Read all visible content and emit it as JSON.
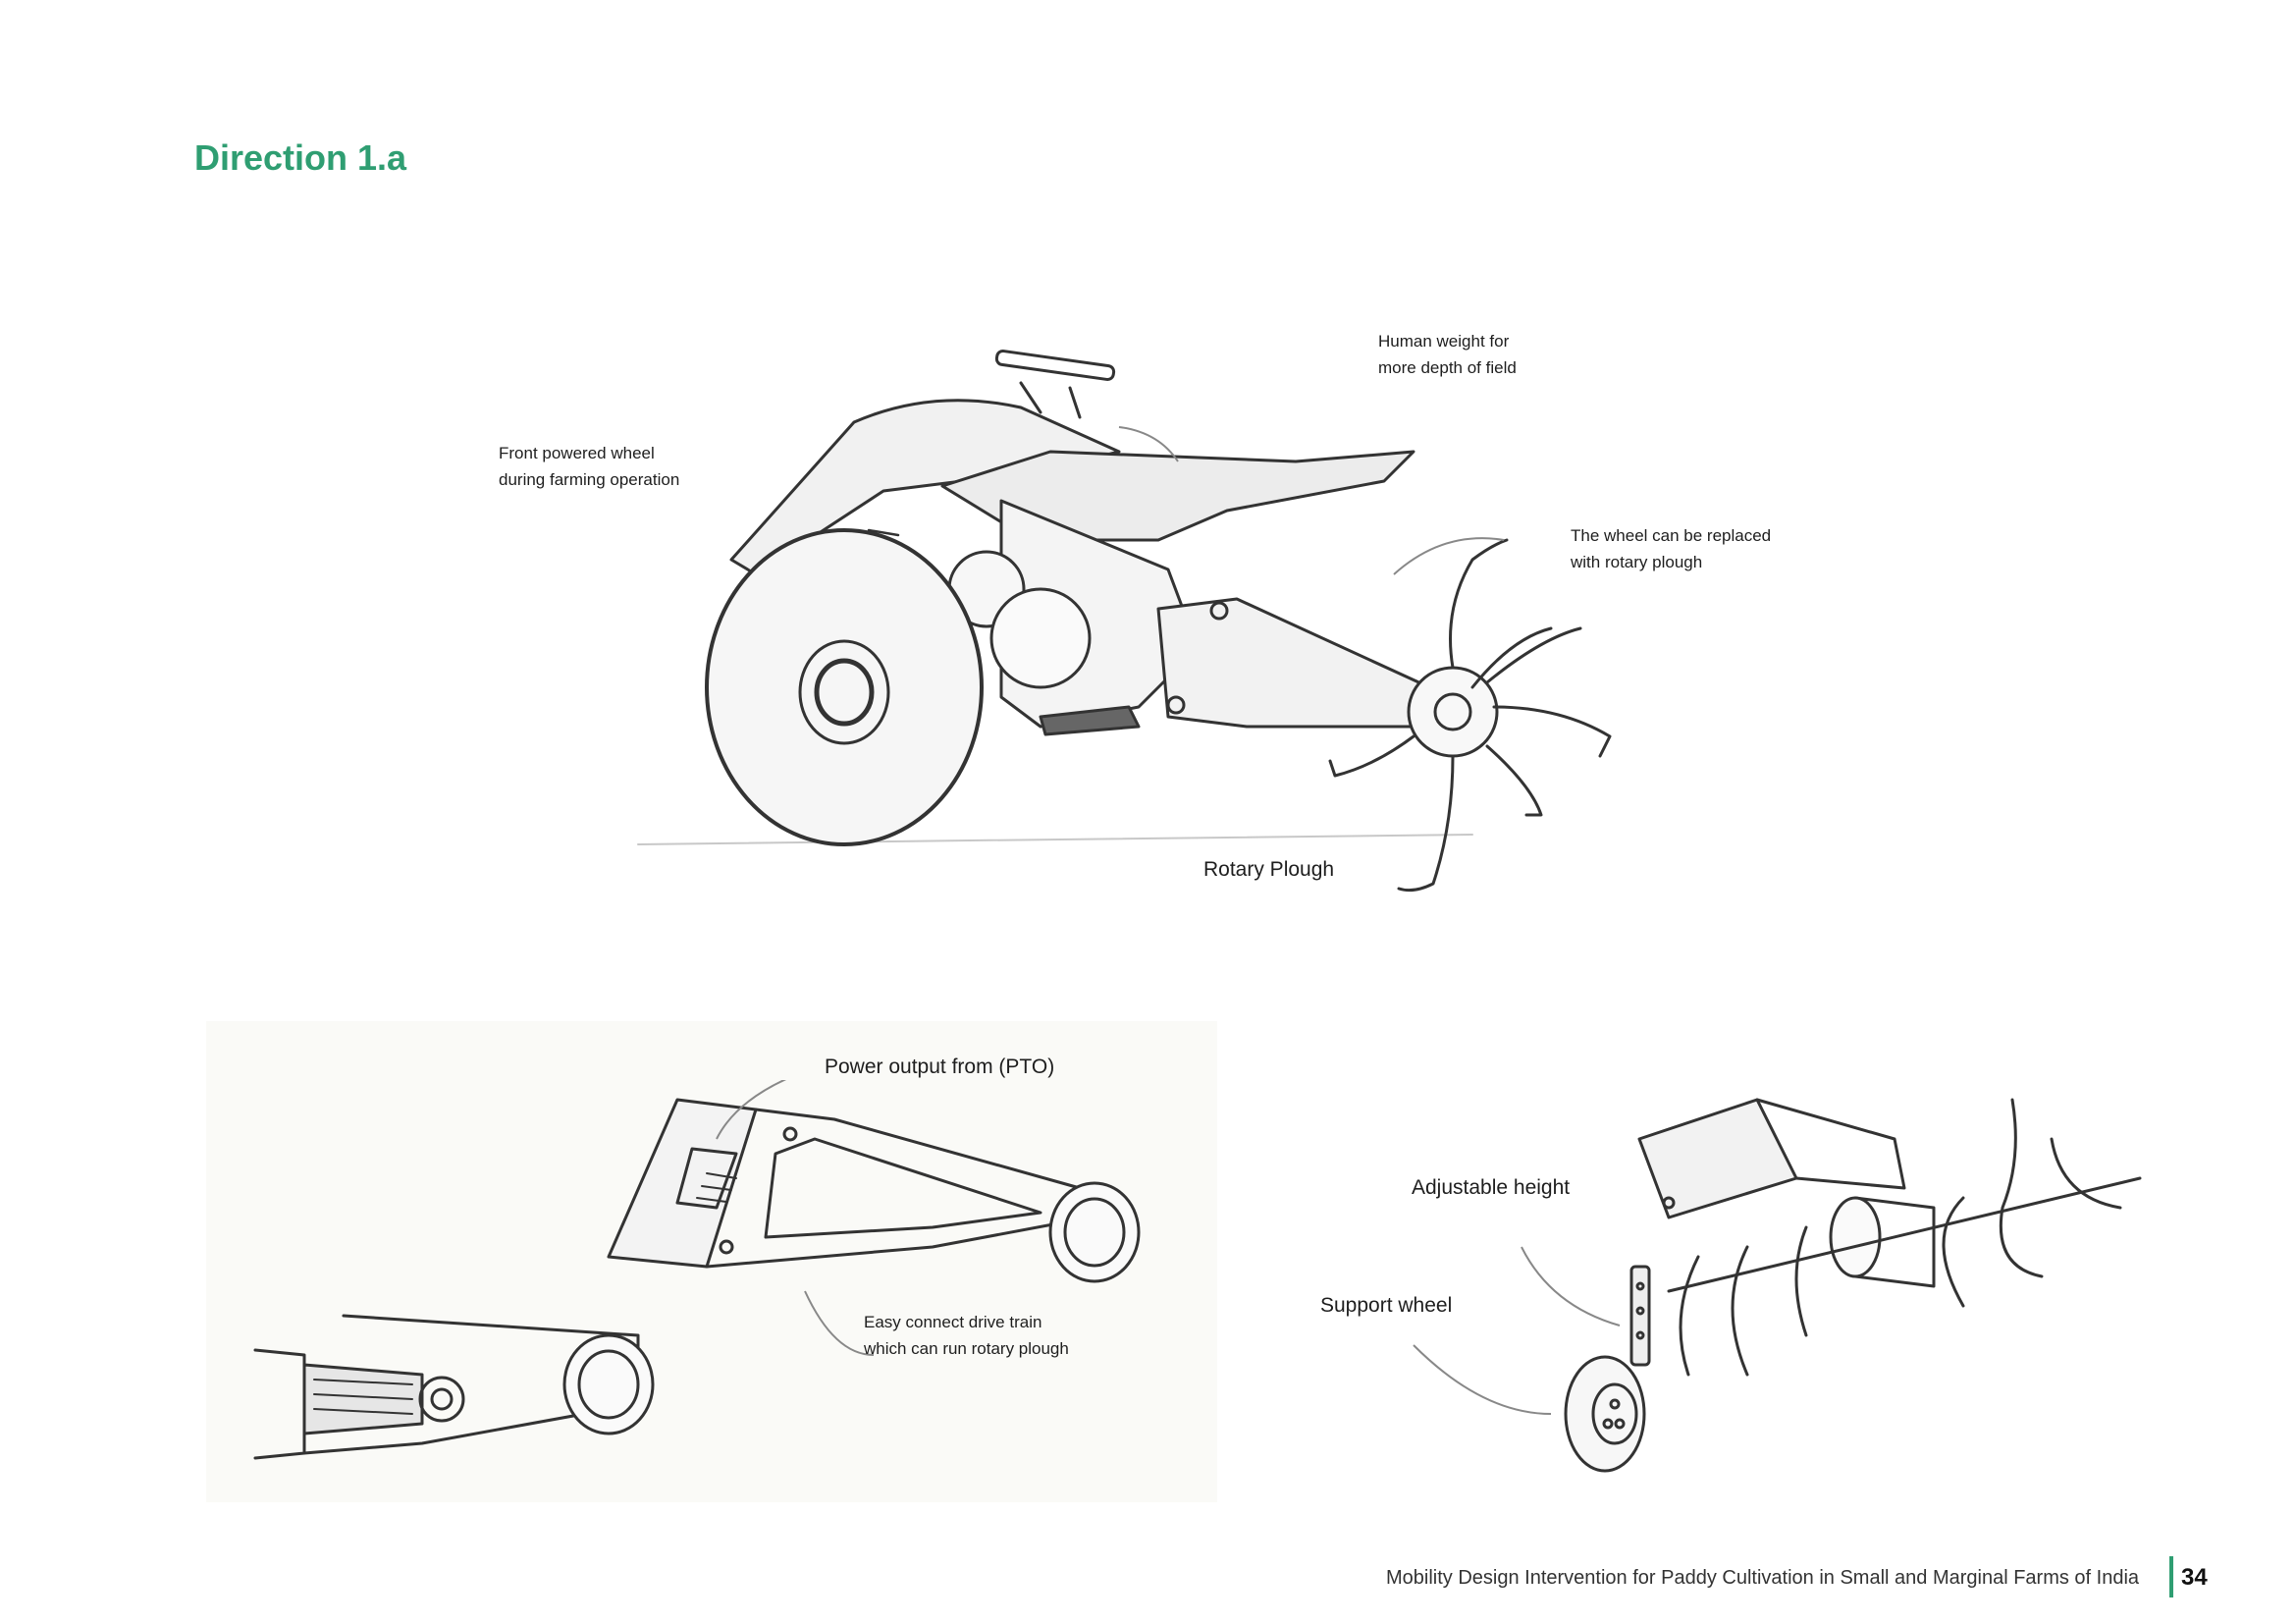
{
  "page": {
    "title": "Direction 1.a",
    "footer_text": "Mobility Design Intervention for Paddy Cultivation in Small and Marginal Farms of India",
    "page_number": "34"
  },
  "labels": {
    "front_wheel_line1": "Front powered wheel",
    "front_wheel_line2": "during farming operation",
    "human_weight_line1": "Human weight for",
    "human_weight_line2": "more depth of field",
    "wheel_replaced_line1": "The wheel can be replaced",
    "wheel_replaced_line2": "with rotary plough",
    "rotary_plough": "Rotary Plough",
    "pto": "Power output from (PTO)",
    "easy_connect_line1": "Easy connect drive train",
    "easy_connect_line2": "which can run rotary plough",
    "adjustable_height": "Adjustable height",
    "support_wheel": "Support wheel"
  },
  "colors": {
    "accent": "#2f9e72",
    "sketch": "#333333"
  }
}
